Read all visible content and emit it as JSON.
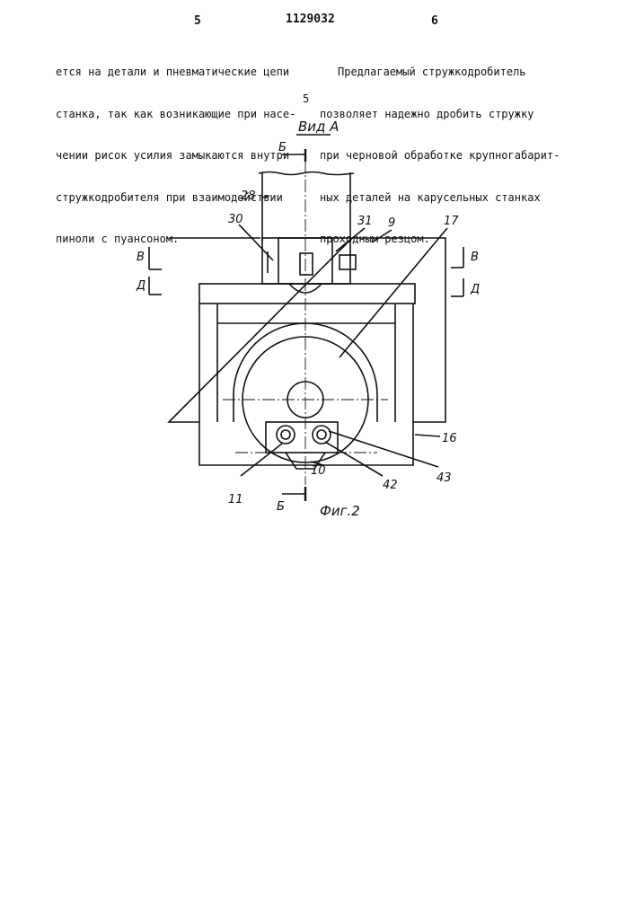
{
  "header": {
    "page_left": "5",
    "patent_number": "1129032",
    "page_right": "6"
  },
  "left_column": [
    "ется на детали и пневматические цепи",
    "станка, так как возникающие при насе-",
    "чении рисок усилия замыкаются внутри",
    "стружкодробителя при взаимодействии",
    "пиноли с пуансоном."
  ],
  "right_column": [
    "Предлагаемый стружкодробитель",
    "позволяет надежно дробить стружку",
    "при черновой обработке крупногабарит-",
    "ных деталей на карусельных станках",
    "проходным резцом."
  ],
  "line_number": "5",
  "figure": {
    "view_label": "Вид А",
    "caption": "Фиг.2",
    "section_labels": {
      "b_top": "Б",
      "b_bottom": "Б",
      "v_left": "В",
      "v_right": "В",
      "d_left": "Д",
      "d_right": "Д"
    },
    "callouts": {
      "c28": "28",
      "c30": "30",
      "c31": "31",
      "c9": "9",
      "c17": "17",
      "c16": "16",
      "c11": "11",
      "c10": "10",
      "c42": "42",
      "c43": "43"
    }
  }
}
